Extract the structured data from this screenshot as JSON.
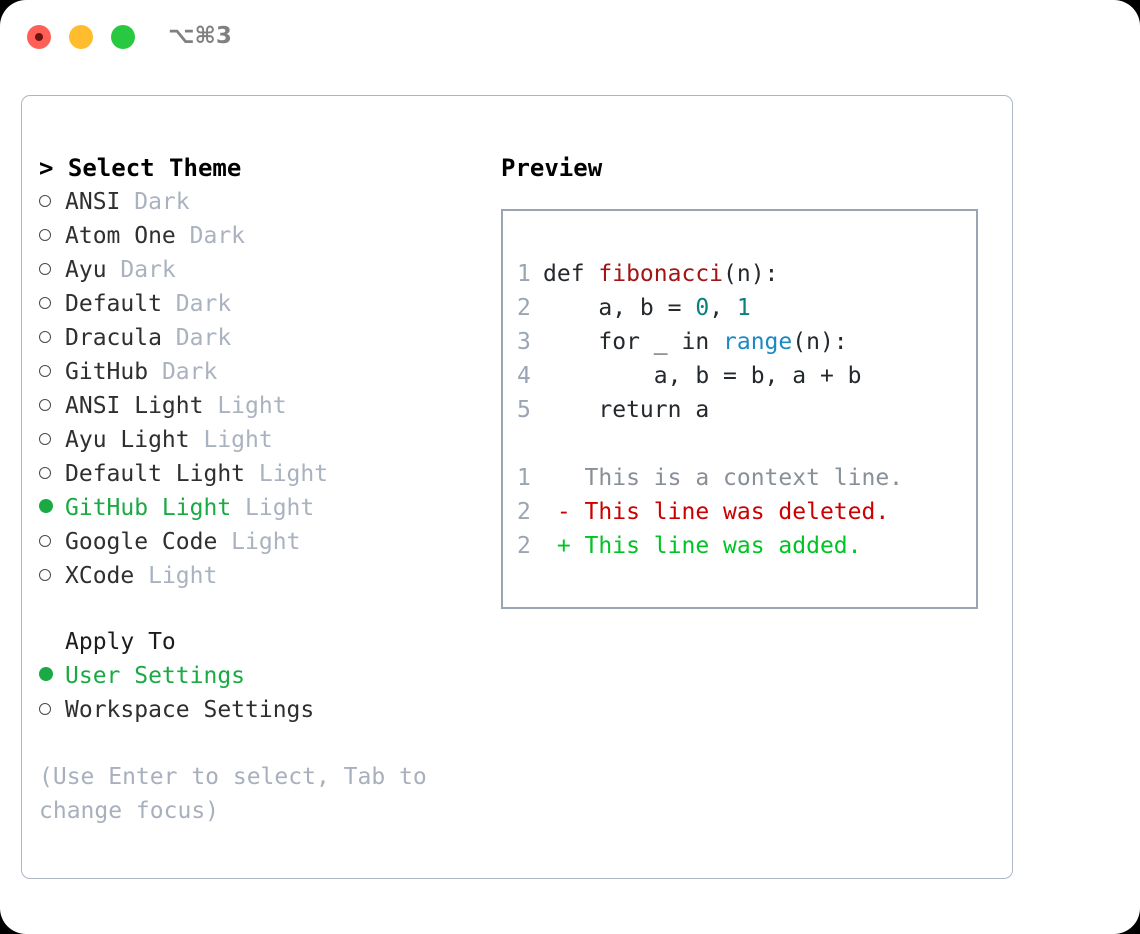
{
  "titlebar": {
    "shortcut": "⌥⌘3",
    "lights": [
      "close-red",
      "minimize-yellow",
      "zoom-green"
    ]
  },
  "left": {
    "title": "> Select Theme",
    "themes": [
      {
        "marker": "○",
        "name": "ANSI",
        "kind": "Dark",
        "selected": false
      },
      {
        "marker": "○",
        "name": "Atom One",
        "kind": "Dark",
        "selected": false
      },
      {
        "marker": "○",
        "name": "Ayu",
        "kind": "Dark",
        "selected": false
      },
      {
        "marker": "○",
        "name": "Default",
        "kind": "Dark",
        "selected": false
      },
      {
        "marker": "○",
        "name": "Dracula",
        "kind": "Dark",
        "selected": false
      },
      {
        "marker": "○",
        "name": "GitHub",
        "kind": "Dark",
        "selected": false
      },
      {
        "marker": "○",
        "name": "ANSI Light",
        "kind": "Light",
        "selected": false
      },
      {
        "marker": "○",
        "name": "Ayu Light",
        "kind": "Light",
        "selected": false
      },
      {
        "marker": "○",
        "name": "Default Light",
        "kind": "Light",
        "selected": false
      },
      {
        "marker": "●",
        "name": "GitHub Light",
        "kind": "Light",
        "selected": true
      },
      {
        "marker": "○",
        "name": "Google Code",
        "kind": "Light",
        "selected": false
      },
      {
        "marker": "○",
        "name": "XCode",
        "kind": "Light",
        "selected": false
      }
    ],
    "apply_to": {
      "heading": "Apply To",
      "options": [
        {
          "marker": "●",
          "label": "User Settings",
          "selected": true
        },
        {
          "marker": "○",
          "label": "Workspace Settings",
          "selected": false
        }
      ]
    },
    "hint": "(Use Enter to select, Tab to change focus)"
  },
  "right": {
    "title": "Preview",
    "code_lines": [
      {
        "num": "1",
        "text": "def fibonacci(n):"
      },
      {
        "num": "2",
        "text": "    a, b = 0, 1"
      },
      {
        "num": "3",
        "text": "    for _ in range(n):"
      },
      {
        "num": "4",
        "text": "        a, b = b, a + b"
      },
      {
        "num": "5",
        "text": "    return a"
      }
    ],
    "code_segments": [
      [
        {
          "t": "def ",
          "c": "plain"
        },
        {
          "t": "fibonacci",
          "c": "function"
        },
        {
          "t": "(n):",
          "c": "plain"
        }
      ],
      [
        {
          "t": "    a, b = ",
          "c": "plain"
        },
        {
          "t": "0",
          "c": "number"
        },
        {
          "t": ", ",
          "c": "plain"
        },
        {
          "t": "1",
          "c": "number"
        }
      ],
      [
        {
          "t": "    for _ in ",
          "c": "plain"
        },
        {
          "t": "range",
          "c": "call"
        },
        {
          "t": "(n):",
          "c": "plain"
        }
      ],
      [
        {
          "t": "        a, b = b, a + b",
          "c": "plain"
        }
      ],
      [
        {
          "t": "    return a",
          "c": "plain"
        }
      ]
    ],
    "diff_lines": [
      {
        "num": "1",
        "marker": " ",
        "text": "This is a context line.",
        "kind": "context"
      },
      {
        "num": "2",
        "marker": "-",
        "text": "This line was deleted.",
        "kind": "deleted"
      },
      {
        "num": "2",
        "marker": "+",
        "text": "This line was added.",
        "kind": "added"
      }
    ]
  },
  "colors": {
    "selection_green": "#1aaa44",
    "diff_added": "#00c424",
    "diff_deleted": "#cc0000",
    "muted": "#aab2c0",
    "function_red": "#a31515",
    "number_teal": "#0b7e7e",
    "call_blue": "#1c88c7",
    "border": "#aeb6c4"
  }
}
